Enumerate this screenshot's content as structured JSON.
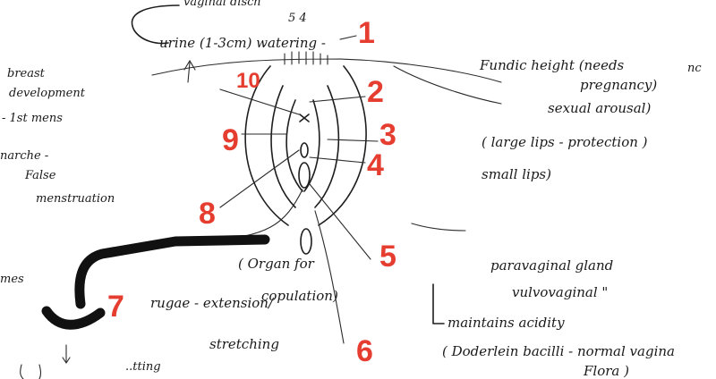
{
  "numbers": {
    "n1": "1",
    "n2": "2",
    "n3": "3",
    "n4": "4",
    "n5": "5",
    "n6": "6",
    "n7": "7",
    "n8": "8",
    "n9": "9",
    "n10": "10"
  },
  "notes": {
    "top_fragment": "vaginal disch",
    "top_small": "5  4",
    "urine_line": "urine (1-3cm) watering -",
    "fundic_height": "Fundic height (needs",
    "pregnancy": "pregnancy)",
    "sexual_arousal": "sexual arousal)",
    "nc": "nc",
    "large_lips": "( large lips - protection )",
    "small_lips": "small lips)",
    "breast": "breast",
    "development": "development",
    "first_mens": "- 1st mens",
    "narche": "narche -",
    "false": "False",
    "menstruation": "menstruation",
    "mes": "mes",
    "organ_for": "( Organ for",
    "copulation": "copulation)",
    "rugae": "rugae - extension/",
    "stretching": "stretching",
    "paravaginal": "paravaginal gland",
    "vulvovaginal": "vulvovaginal \"",
    "maintains": "maintains acidity",
    "doderlein": "( Doderlein bacilli - normal vagina",
    "flora": "Flora )",
    "tting": "..tting"
  }
}
